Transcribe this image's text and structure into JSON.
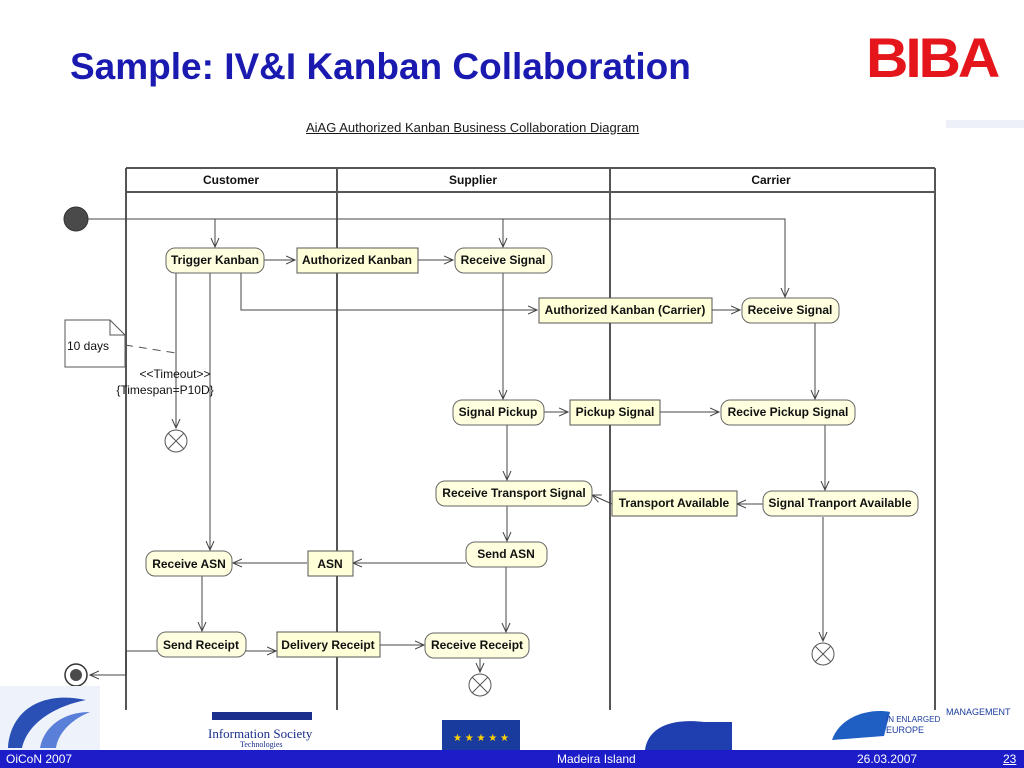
{
  "slide": {
    "title": "Sample: IV&I Kanban Collaboration",
    "logo_text": "BIBA"
  },
  "diagram": {
    "title": "AiAG Authorized Kanban Business Collaboration Diagram",
    "lanes": [
      "Customer",
      "Supplier",
      "Carrier"
    ],
    "activities": {
      "trigger_kanban": "Trigger Kanban",
      "receive_signal_supplier": "Receive Signal",
      "receive_signal_carrier": "Receive Signal",
      "signal_pickup": "Signal Pickup",
      "recive_pickup_signal": "Recive Pickup Signal",
      "receive_transport_signal": "Receive Transport Signal",
      "signal_tranport_available": "Signal Tranport Available",
      "send_asn": "Send ASN",
      "receive_asn": "Receive ASN",
      "send_receipt": "Send Receipt",
      "receive_receipt": "Receive Receipt"
    },
    "objects": {
      "authorized_kanban": "Authorized Kanban",
      "authorized_kanban_carrier": "Authorized Kanban (Carrier)",
      "pickup_signal": "Pickup Signal",
      "transport_available": "Transport Available",
      "asn": "ASN",
      "delivery_receipt": "Delivery Receipt"
    },
    "note": "10 days",
    "timeout_stereotype": "<<Timeout>>",
    "timeout_value": "{Timespan=P10D}"
  },
  "partner_logos": {
    "info_society": "Information Society",
    "info_society_sub": "Technologies",
    "management": "MANAGEMENT",
    "enlarged": "IN ENLARGED",
    "europe": "EUROPE"
  },
  "footer": {
    "left": "OiCoN 2007",
    "center": "Madeira Island",
    "date": "26.03.2007",
    "page": "23"
  },
  "colors": {
    "title": "#1a1ab0",
    "logo": "#e4161b",
    "footer_bg": "#1c1cc8",
    "activity_fill": "#ffffe0",
    "object_fill": "#ffffd8"
  }
}
